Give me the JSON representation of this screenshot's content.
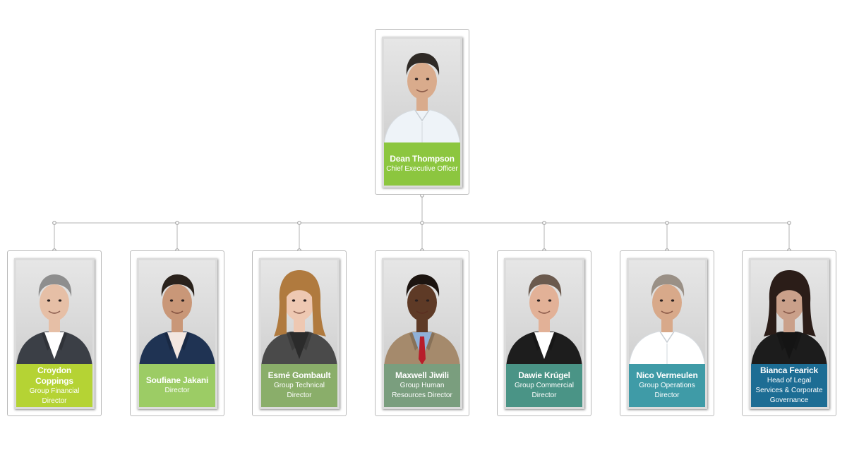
{
  "ceo": {
    "name": "Dean Thompson",
    "title": "Chief Executive Officer",
    "color": "#8cc63f",
    "person": {
      "skin": "#d9ab8c",
      "hair": "#2f2a26",
      "suit": null,
      "shirt": "#eef3f8",
      "tie": null
    }
  },
  "team": [
    {
      "name": "Croydon Coppings",
      "title": "Group Financial Director",
      "color": "#b5d334",
      "person": {
        "skin": "#e6bfa6",
        "hair": "#8e8e8e",
        "suit": "#3b3f46",
        "shirt": "#ffffff",
        "tie": null
      }
    },
    {
      "name": "Soufiane Jakani",
      "title": "Director",
      "color": "#9ccc65",
      "person": {
        "skin": "#c99778",
        "hair": "#2a221c",
        "suit": "#1f3353",
        "shirt": "#f2e6e0",
        "tie": null
      }
    },
    {
      "name": "Esmé Gombault",
      "title": "Group Technical Director",
      "color": "#8aae6a",
      "person": {
        "skin": "#eec8b2",
        "hair": "#b07a3e",
        "suit": "#4a4a4a",
        "shirt": "#2b2b2b",
        "tie": null
      }
    },
    {
      "name": "Maxwell Jiwili",
      "title": "Group Human Resources Director",
      "color": "#7a9e7e",
      "person": {
        "skin": "#5e3a26",
        "hair": "#1c1410",
        "suit": "#a58a6c",
        "shirt": "#8fb0d8",
        "tie": "#b81d2a"
      }
    },
    {
      "name": "Dawie Krúgel",
      "title": "Group Commercial Director",
      "color": "#4a9486",
      "person": {
        "skin": "#e2b197",
        "hair": "#6b5a4e",
        "suit": "#1d1d1d",
        "shirt": "#ffffff",
        "tie": null
      }
    },
    {
      "name": "Nico Vermeulen",
      "title": "Group Operations Director",
      "color": "#3f9ba7",
      "person": {
        "skin": "#d8a98a",
        "hair": "#9a9086",
        "suit": null,
        "shirt": "#ffffff",
        "tie": null
      }
    },
    {
      "name": "Bianca Fearick",
      "title": "Head of Legal Services & Corporate Governance",
      "color": "#1d6d94",
      "person": {
        "skin": "#caa08a",
        "hair": "#2b1d18",
        "suit": "#1c1c1c",
        "shirt": "#141414",
        "tie": null
      }
    }
  ]
}
